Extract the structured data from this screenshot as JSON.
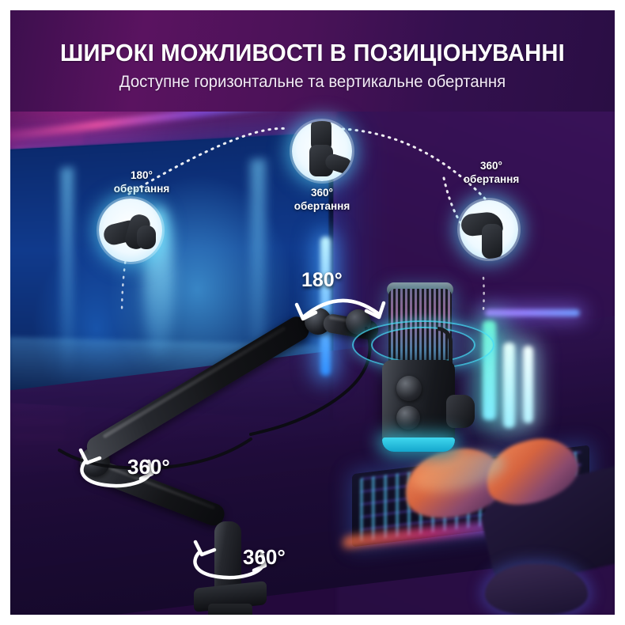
{
  "header": {
    "title": "ШИРОКІ МОЖЛИВОСТІ В ПОЗИЦІОНУВАННІ",
    "subtitle": "Доступне горизонтальне та вертикальне обертання"
  },
  "callouts": [
    {
      "id": "left",
      "degrees": "180°",
      "caption": "обертання",
      "position": "label-above-left-of-circle"
    },
    {
      "id": "center",
      "degrees": "360°",
      "caption": "обертання",
      "position": "label-below-circle"
    },
    {
      "id": "right",
      "degrees": "360°",
      "caption": "обертання",
      "position": "label-above-circle"
    }
  ],
  "scene_annotations": [
    {
      "id": "arm-tilt",
      "value": "180°",
      "arrow": "double-headed-arc"
    },
    {
      "id": "arm-elbow",
      "value": "360°",
      "arrow": "circular-loop"
    },
    {
      "id": "clamp-post",
      "value": "360°",
      "arrow": "circular-loop"
    }
  ],
  "colors": {
    "frame": "#ffffff",
    "header_purple": "#4a1258",
    "accent_cyan": "#3fd7ef",
    "neon_blue": "#2f8fff",
    "magenta": "#c4289 6",
    "text_white": "#ffffff"
  }
}
